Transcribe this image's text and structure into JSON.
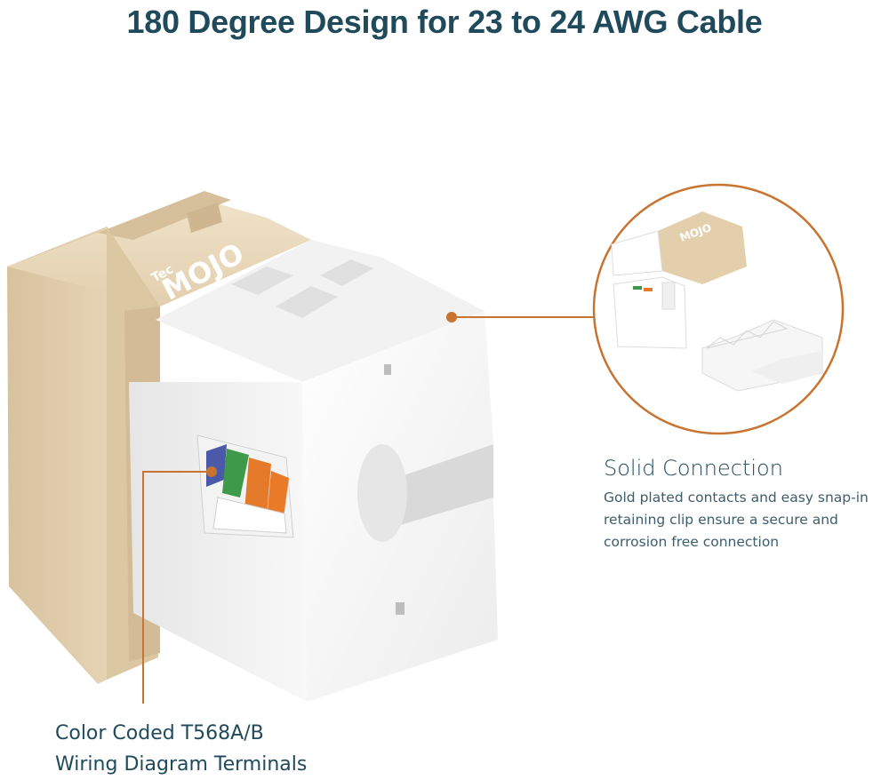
{
  "header": {
    "title": "180 Degree Design for 23 to 24 AWG Cable"
  },
  "product": {
    "brand_small": "Tec",
    "brand_large": "MOJO"
  },
  "callouts": {
    "solid_connection": {
      "title": "Solid Connection",
      "description": "Gold plated contacts and easy snap-in retaining clip ensure a secure and corrosion free connection"
    },
    "color_coded": {
      "line1": "Color Coded T568A/B",
      "line2": "Wiring Diagram Terminals"
    }
  },
  "colors": {
    "title_text": "#1f4a5c",
    "accent_orange": "#c8732f",
    "jack_beige": "#e8d6b6",
    "jack_white": "#fafafa"
  },
  "icons": {
    "callout_dot": "filled-circle",
    "zoom_ring": "circle-outline"
  }
}
